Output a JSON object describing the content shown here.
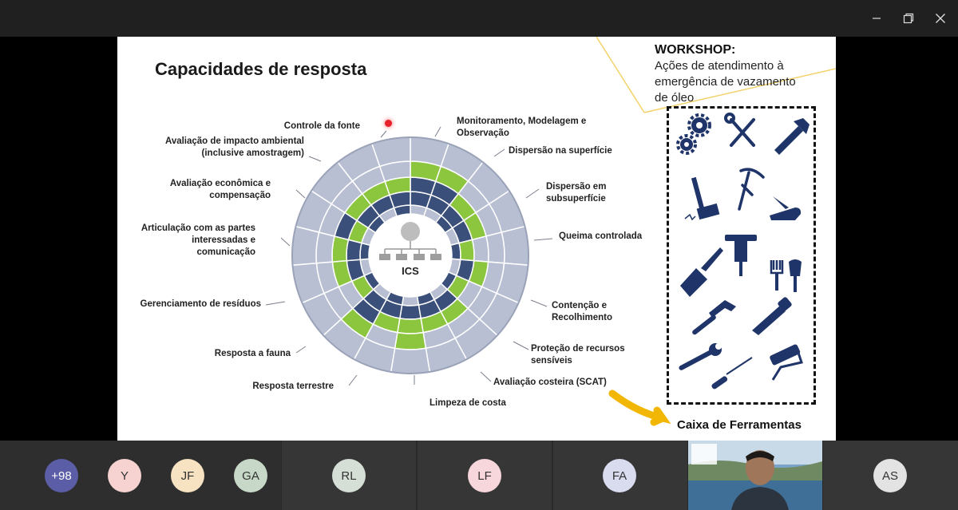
{
  "window": {
    "minimize_icon": "minimize-icon",
    "maximize_icon": "restore-icon",
    "close_icon": "close-icon"
  },
  "slide": {
    "title": "Capacidades de resposta",
    "workshop_heading": "WORKSHOP:",
    "workshop_line1": "Ações de atendimento à",
    "workshop_line2": "emergência de vazamento",
    "workshop_line3": "de óleo",
    "toolbox_caption": "Caixa de Ferramentas",
    "center_label": "ICS",
    "labels_right": {
      "l1a": "Monitoramento, Modelagem e",
      "l1b": "Observação",
      "l2": "Dispersão na superfície",
      "l3a": "Dispersão em",
      "l3b": "subsuperfície",
      "l4": "Queima controlada",
      "l5a": "Contenção e",
      "l5b": "Recolhimento",
      "l6a": "Proteção de recursos",
      "l6b": "sensíveis",
      "l7": "Avaliação costeira (SCAT)",
      "l8": "Limpeza de costa"
    },
    "labels_left": {
      "l1": "Controle da fonte",
      "l2a": "Avaliação de impacto ambiental",
      "l2b": "(inclusive amostragem)",
      "l3a": "Avaliação econômica e",
      "l3b": "compensação",
      "l4a": "Articulação com as partes",
      "l4b": "interessadas e",
      "l4c": "comunicação",
      "l5": "Gerenciamento de resíduos",
      "l6": "Resposta a fauna",
      "l7": "Resposta terrestre"
    },
    "colors": {
      "navy": "#3a4f7a",
      "green": "#8cc63f",
      "grey": "#b8bfd2",
      "tool": "#1f3468",
      "accent_yellow": "#f2b705"
    },
    "tool_icons": [
      "gears-icon",
      "wrench-screwdriver-icon",
      "flashlight-icon",
      "sledgehammer-icon",
      "pickaxe-icon",
      "pocket-knife-icon",
      "paint-brush-icon",
      "jackhammer-icon",
      "fork-shovel-icon",
      "hammer-icon",
      "saw-icon",
      "wrench-icon",
      "screwdriver-icon",
      "paint-roller-icon"
    ]
  },
  "participants": [
    {
      "initials": "+98",
      "color": "#5b5ea6"
    },
    {
      "initials": "Y",
      "color": "#f6d3d1"
    },
    {
      "initials": "JF",
      "color": "#f7e2c1"
    },
    {
      "initials": "GA",
      "color": "#c8d8c8"
    },
    {
      "initials": "RL",
      "color": "#d5dfd6"
    },
    {
      "initials": "LF",
      "color": "#f8d7dc"
    },
    {
      "initials": "FA",
      "color": "#d8dcee"
    },
    {
      "initials": "AS",
      "color": "#e3e3e3"
    }
  ]
}
